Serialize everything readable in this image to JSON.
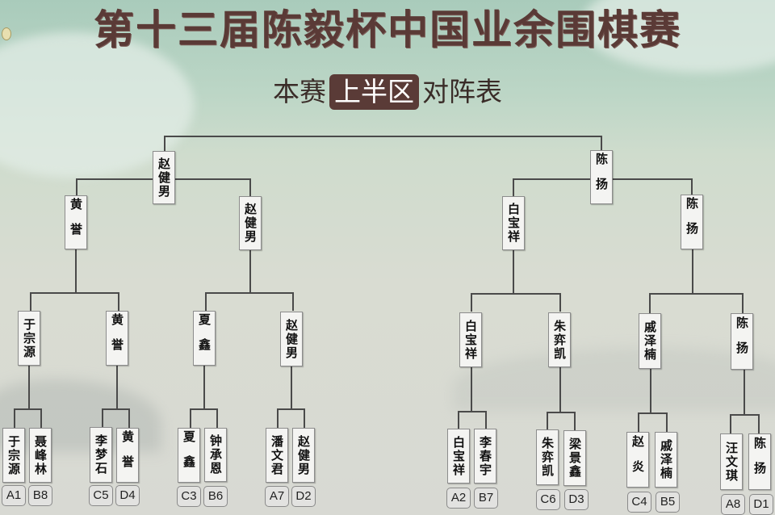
{
  "header": {
    "title": "第十三届陈毅杯中国业余围棋赛",
    "subtitle_prefix": "本赛",
    "subtitle_highlight": "上半区",
    "subtitle_suffix": "对阵表"
  },
  "colors": {
    "title": "#5a3a36",
    "highlight_bg": "#5a3b37",
    "line": "#4a4a4a",
    "box_bg": "#f4f4f2"
  },
  "bracket": {
    "semifinal": {
      "left": "赵健男",
      "right": "陈扬"
    },
    "quarterfinal": {
      "left_1": "黄誉",
      "left_2": "赵健男",
      "right_1": "白宝祥",
      "right_2": "陈扬"
    },
    "round_of_16": [
      "于宗源",
      "黄誉",
      "夏鑫",
      "赵健男",
      "白宝祥",
      "朱弈凯",
      "戚泽楠",
      "陈扬"
    ],
    "round_of_32": [
      {
        "name": "于宗源",
        "seed": "A1"
      },
      {
        "name": "聂峰林",
        "seed": "B8"
      },
      {
        "name": "李梦石",
        "seed": "C5"
      },
      {
        "name": "黄誉",
        "seed": "D4"
      },
      {
        "name": "夏鑫",
        "seed": "C3"
      },
      {
        "name": "钟承恩",
        "seed": "B6"
      },
      {
        "name": "潘文君",
        "seed": "A7"
      },
      {
        "name": "赵健男",
        "seed": "D2"
      },
      {
        "name": "白宝祥",
        "seed": "A2"
      },
      {
        "name": "李春宇",
        "seed": "B7"
      },
      {
        "name": "朱弈凯",
        "seed": "C6"
      },
      {
        "name": "梁景鑫",
        "seed": "D3"
      },
      {
        "name": "赵炎",
        "seed": "C4"
      },
      {
        "name": "戚泽楠",
        "seed": "B5"
      },
      {
        "name": "汪文琪",
        "seed": "A8"
      },
      {
        "name": "陈扬",
        "seed": "D1"
      }
    ]
  }
}
